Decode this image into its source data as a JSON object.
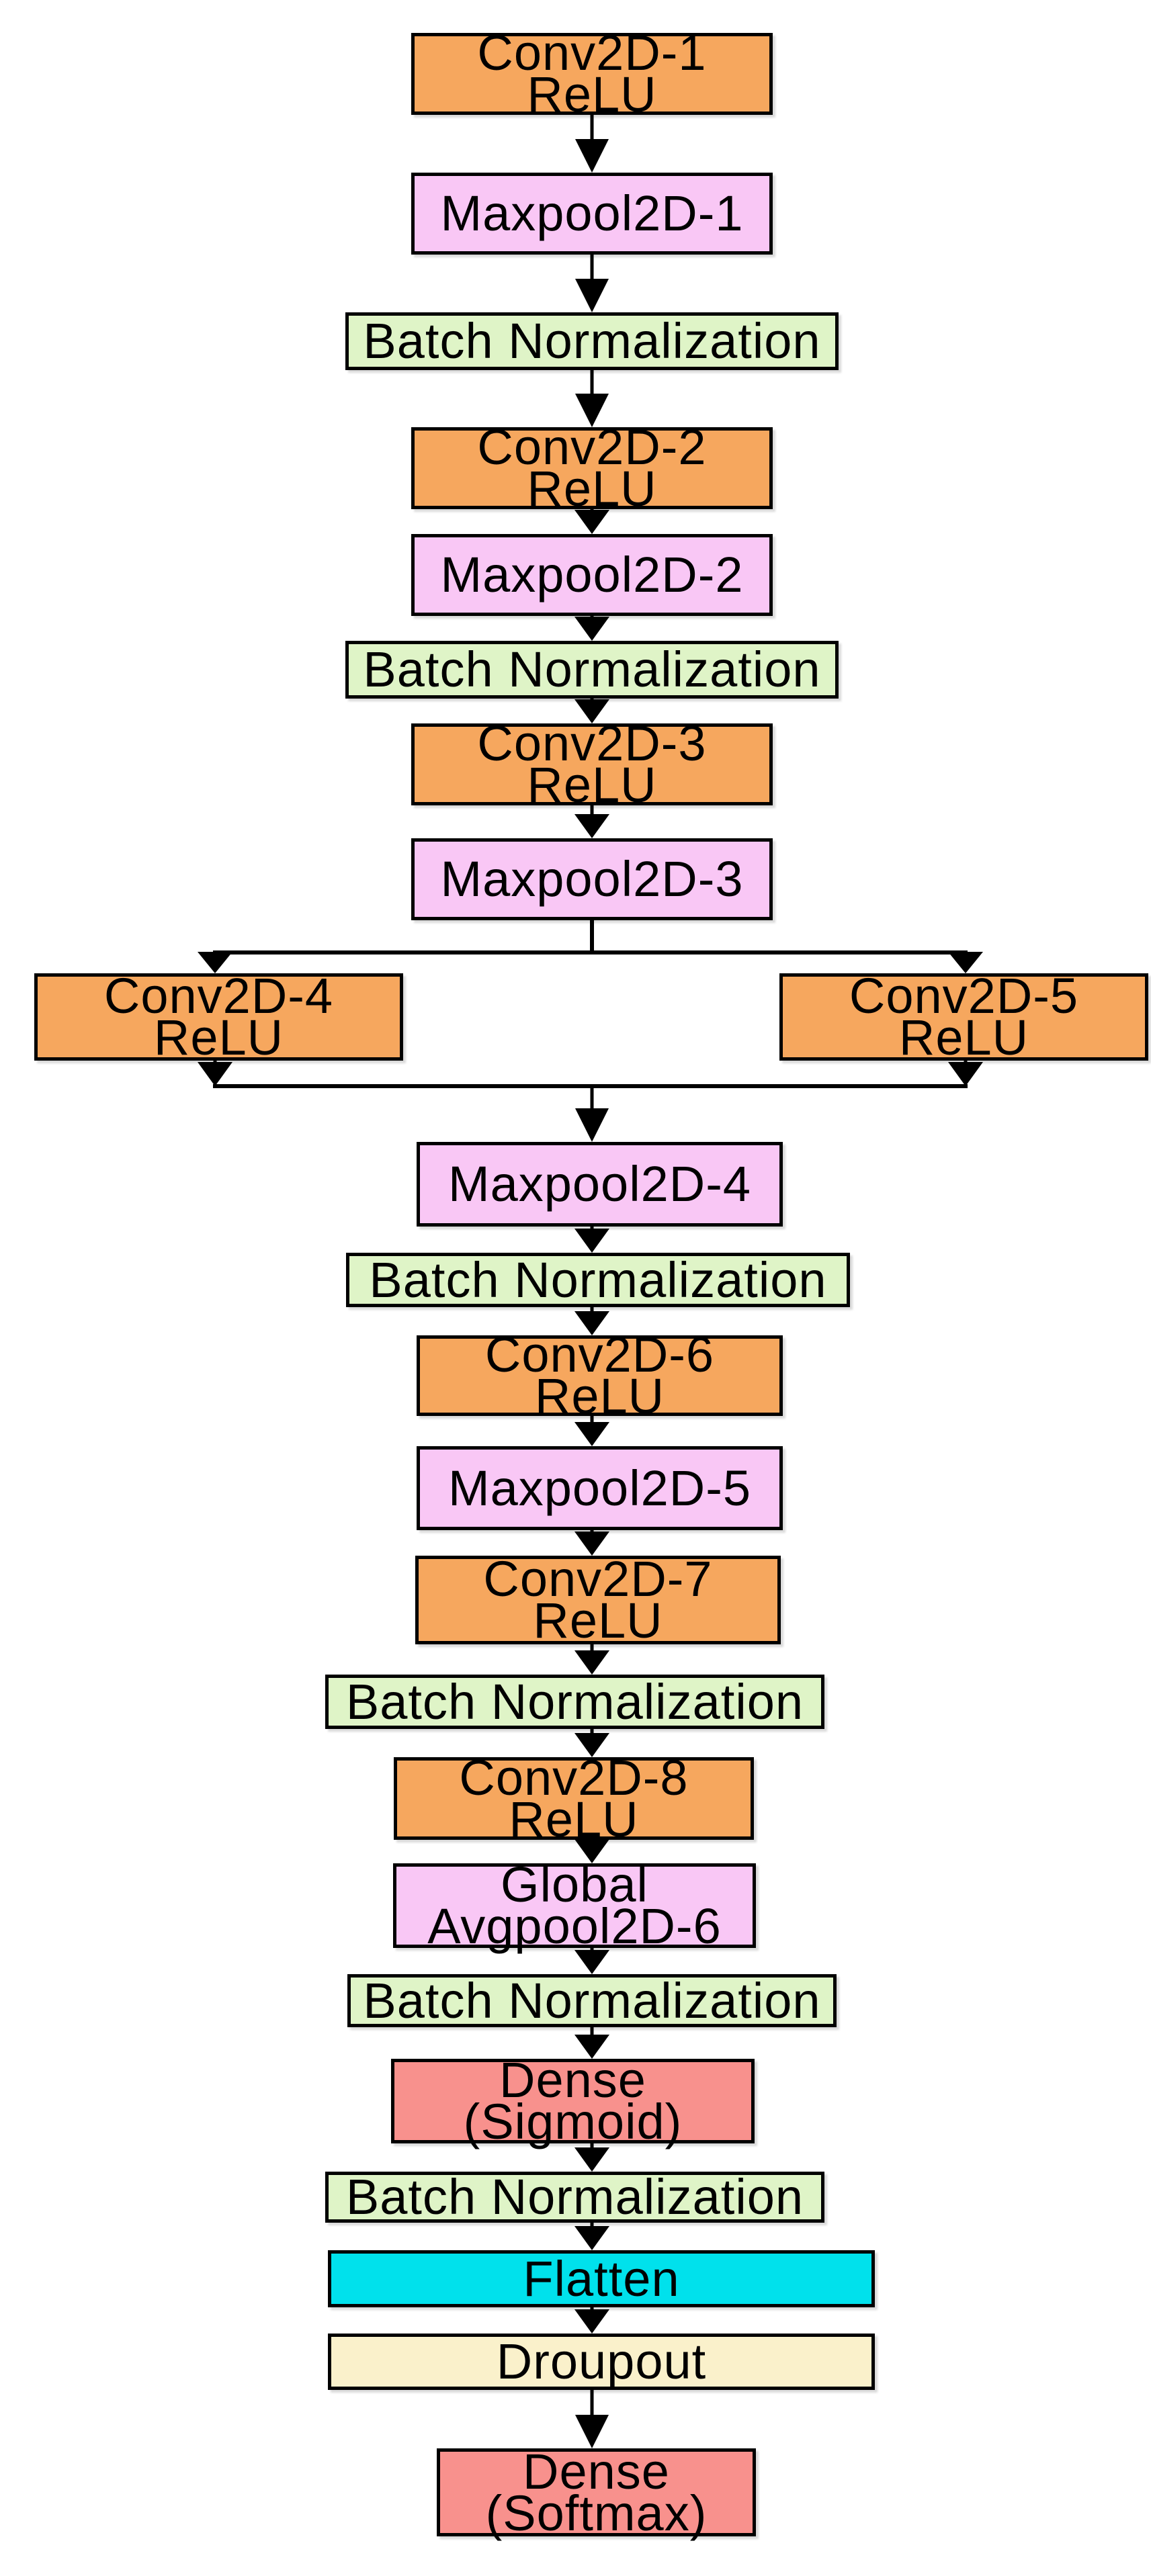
{
  "diagram": {
    "type": "cnn-architecture-flowchart",
    "background": "#FFFFFF",
    "colors": {
      "conv": "#F6A75E",
      "pool": "#F9C7F5",
      "batchnorm": "#DFF4C7",
      "dense": "#F8918D",
      "flatten": "#00E1EC",
      "dropout": "#FAF1CB",
      "border": "#000000",
      "arrow": "#000000"
    },
    "nodes": [
      {
        "id": "conv2d-1",
        "label": "Conv2D-1\nReLU",
        "type": "conv"
      },
      {
        "id": "maxpool2d-1",
        "label": "Maxpool2D-1",
        "type": "pool"
      },
      {
        "id": "batchnorm-1",
        "label": "Batch Normalization",
        "type": "batchnorm"
      },
      {
        "id": "conv2d-2",
        "label": "Conv2D-2\nReLU",
        "type": "conv"
      },
      {
        "id": "maxpool2d-2",
        "label": "Maxpool2D-2",
        "type": "pool"
      },
      {
        "id": "batchnorm-2",
        "label": "Batch Normalization",
        "type": "batchnorm"
      },
      {
        "id": "conv2d-3",
        "label": "Conv2D-3\nReLU",
        "type": "conv"
      },
      {
        "id": "maxpool2d-3",
        "label": "Maxpool2D-3",
        "type": "pool"
      },
      {
        "id": "conv2d-4",
        "label": "Conv2D-4\nReLU",
        "type": "conv"
      },
      {
        "id": "conv2d-5",
        "label": "Conv2D-5\nReLU",
        "type": "conv"
      },
      {
        "id": "maxpool2d-4",
        "label": "Maxpool2D-4",
        "type": "pool"
      },
      {
        "id": "batchnorm-3",
        "label": "Batch Normalization",
        "type": "batchnorm"
      },
      {
        "id": "conv2d-6",
        "label": "Conv2D-6\nReLU",
        "type": "conv"
      },
      {
        "id": "maxpool2d-5",
        "label": "Maxpool2D-5",
        "type": "pool"
      },
      {
        "id": "conv2d-7",
        "label": "Conv2D-7\nReLU",
        "type": "conv"
      },
      {
        "id": "batchnorm-4",
        "label": "Batch Normalization",
        "type": "batchnorm"
      },
      {
        "id": "conv2d-8",
        "label": "Conv2D-8\nReLU",
        "type": "conv"
      },
      {
        "id": "global-avgpool2d-6",
        "label": "Global\nAvgpool2D-6",
        "type": "pool"
      },
      {
        "id": "batchnorm-5",
        "label": "Batch Normalization",
        "type": "batchnorm"
      },
      {
        "id": "dense-sigmoid",
        "label": "Dense\n(Sigmoid)",
        "type": "dense"
      },
      {
        "id": "batchnorm-6",
        "label": "Batch Normalization",
        "type": "batchnorm"
      },
      {
        "id": "flatten",
        "label": "Flatten",
        "type": "flatten"
      },
      {
        "id": "dropout",
        "label": "Droupout",
        "type": "dropout"
      },
      {
        "id": "dense-softmax",
        "label": "Dense\n(Softmax)",
        "type": "dense"
      }
    ],
    "edges": [
      {
        "from": "conv2d-1",
        "to": "maxpool2d-1"
      },
      {
        "from": "maxpool2d-1",
        "to": "batchnorm-1"
      },
      {
        "from": "batchnorm-1",
        "to": "conv2d-2"
      },
      {
        "from": "conv2d-2",
        "to": "maxpool2d-2"
      },
      {
        "from": "maxpool2d-2",
        "to": "batchnorm-2"
      },
      {
        "from": "batchnorm-2",
        "to": "conv2d-3"
      },
      {
        "from": "conv2d-3",
        "to": "maxpool2d-3"
      },
      {
        "from": "maxpool2d-3",
        "to": "conv2d-4"
      },
      {
        "from": "maxpool2d-3",
        "to": "conv2d-5"
      },
      {
        "from": "conv2d-4",
        "to": "maxpool2d-4"
      },
      {
        "from": "conv2d-5",
        "to": "maxpool2d-4"
      },
      {
        "from": "maxpool2d-4",
        "to": "batchnorm-3"
      },
      {
        "from": "batchnorm-3",
        "to": "conv2d-6"
      },
      {
        "from": "conv2d-6",
        "to": "maxpool2d-5"
      },
      {
        "from": "maxpool2d-5",
        "to": "conv2d-7"
      },
      {
        "from": "conv2d-7",
        "to": "batchnorm-4"
      },
      {
        "from": "batchnorm-4",
        "to": "conv2d-8"
      },
      {
        "from": "conv2d-8",
        "to": "global-avgpool2d-6"
      },
      {
        "from": "global-avgpool2d-6",
        "to": "batchnorm-5"
      },
      {
        "from": "batchnorm-5",
        "to": "dense-sigmoid"
      },
      {
        "from": "dense-sigmoid",
        "to": "batchnorm-6"
      },
      {
        "from": "batchnorm-6",
        "to": "flatten"
      },
      {
        "from": "flatten",
        "to": "dropout"
      },
      {
        "from": "dropout",
        "to": "dense-softmax"
      }
    ]
  }
}
